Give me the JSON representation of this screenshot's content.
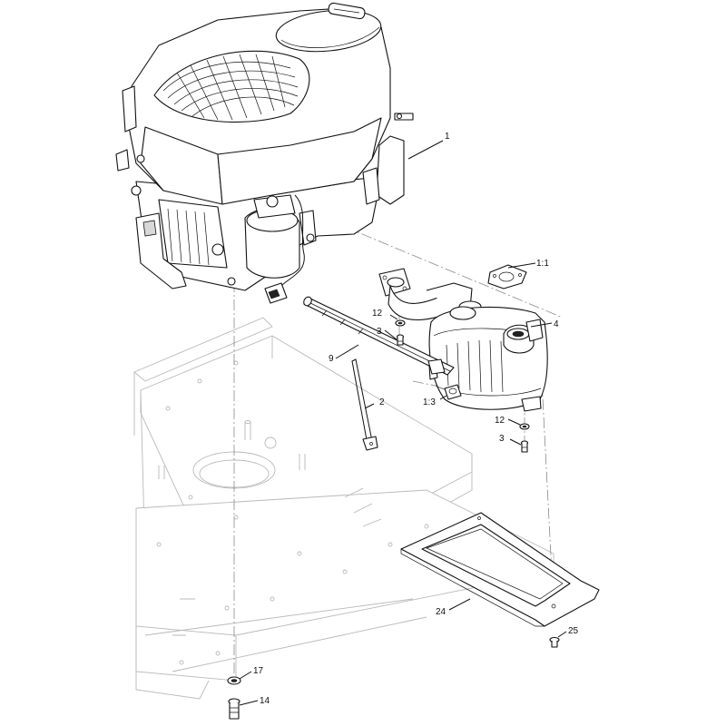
{
  "diagram": {
    "callouts": {
      "engine": "1",
      "gasket": "1:1",
      "muffler": "4",
      "washer_upper": "12",
      "bolt_upper": "3",
      "exhaust_pipe": "9",
      "support_rod": "2",
      "clamp": "1:3",
      "washer_lower": "12",
      "bolt_lower": "3",
      "heat_shield": "24",
      "shield_screw": "25",
      "frame_washer": "17",
      "frame_bolt": "14"
    },
    "line_color": "#111111",
    "ghost_color": "#b9b9b9"
  }
}
